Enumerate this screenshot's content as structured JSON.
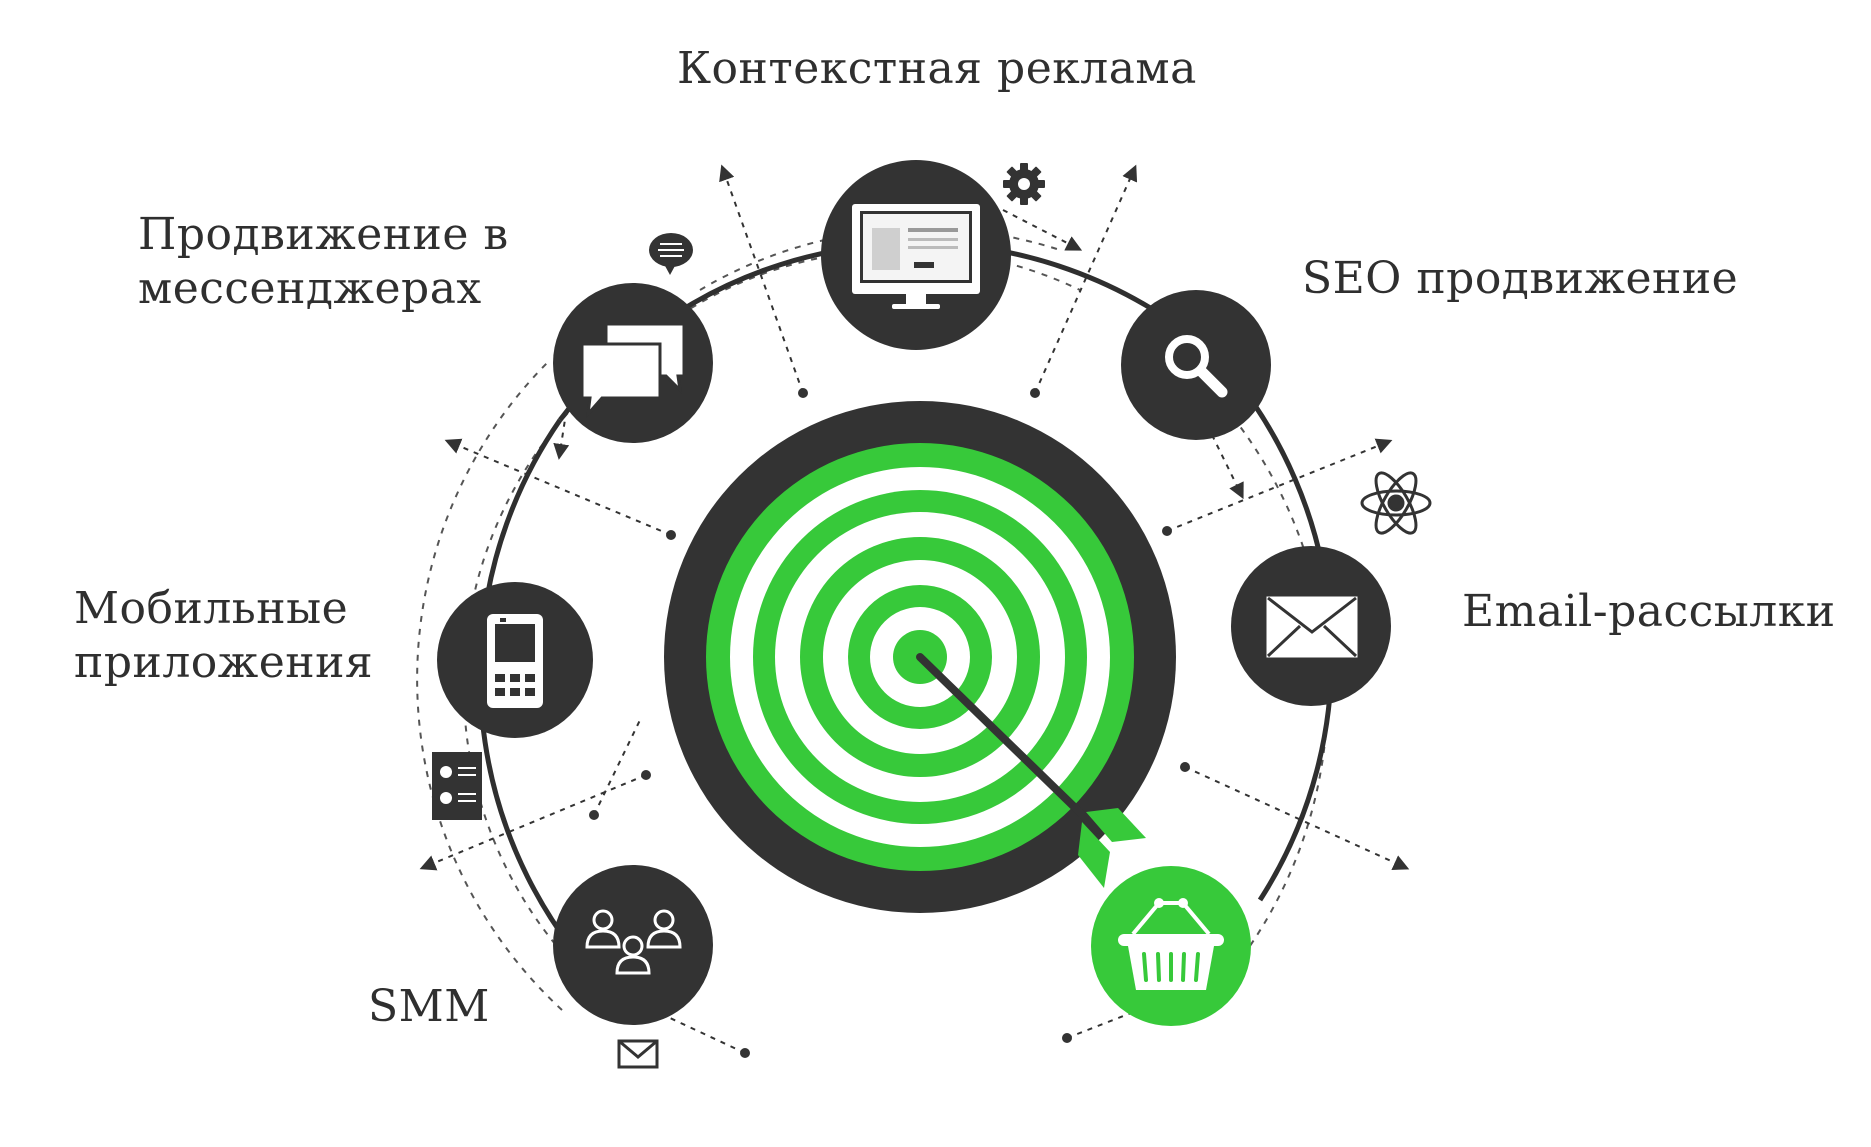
{
  "labels": {
    "context_ads": "Контекстная реклама",
    "messenger_line1": "Продвижение в",
    "messenger_line2": "мессенджерах",
    "seo": "SEO продвижение",
    "mobile_line1": "Мобильные",
    "mobile_line2": "приложения",
    "email": "Email-рассылки",
    "smm": "SMM"
  },
  "colors": {
    "dark": "#333333",
    "green": "#37c93a",
    "white": "#ffffff",
    "text": "#2f2f2f"
  },
  "icons": {
    "context_ads": "monitor-icon",
    "messenger": "chat-bubbles-icon",
    "seo": "magnifier-icon",
    "mobile": "mobile-phone-icon",
    "email": "envelope-icon",
    "smm": "people-group-icon",
    "goal": "shopping-basket-icon",
    "target": "target-icon",
    "arrow": "arrow-icon"
  }
}
